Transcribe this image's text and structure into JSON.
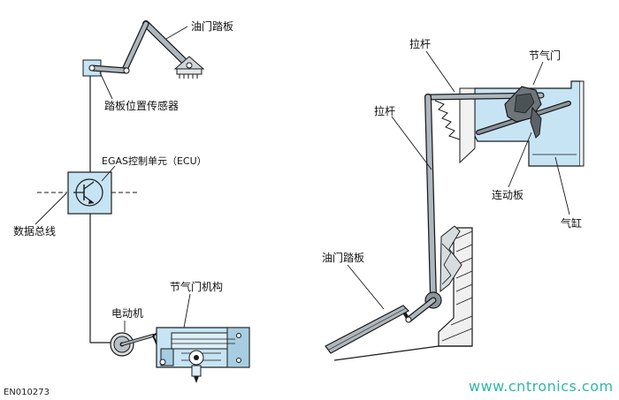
{
  "labels": {
    "accelerator_pedal_left": "油门踏板",
    "pedal_position_sensor": "踏板位置传感器",
    "egas_ecu": "EGAS控制单元（ECU）",
    "data_bus": "数据总线",
    "electric_motor": "电动机",
    "throttle_mechanism": "节气门机构",
    "figure_code": "EN010273",
    "pull_rod_top": "拉杆",
    "throttle_valve": "节气门",
    "pull_rod_side": "拉杆",
    "linkage_plate": "连动板",
    "cylinder": "气缸",
    "accelerator_pedal_right": "油门踏板"
  },
  "watermark": "www.cntronics.com",
  "colors": {
    "panel_fill": "#c6e4f4",
    "stroke": "#1a1a1a",
    "rod_fill": "#9aa3aa",
    "watermark": "#2fb7a6"
  }
}
